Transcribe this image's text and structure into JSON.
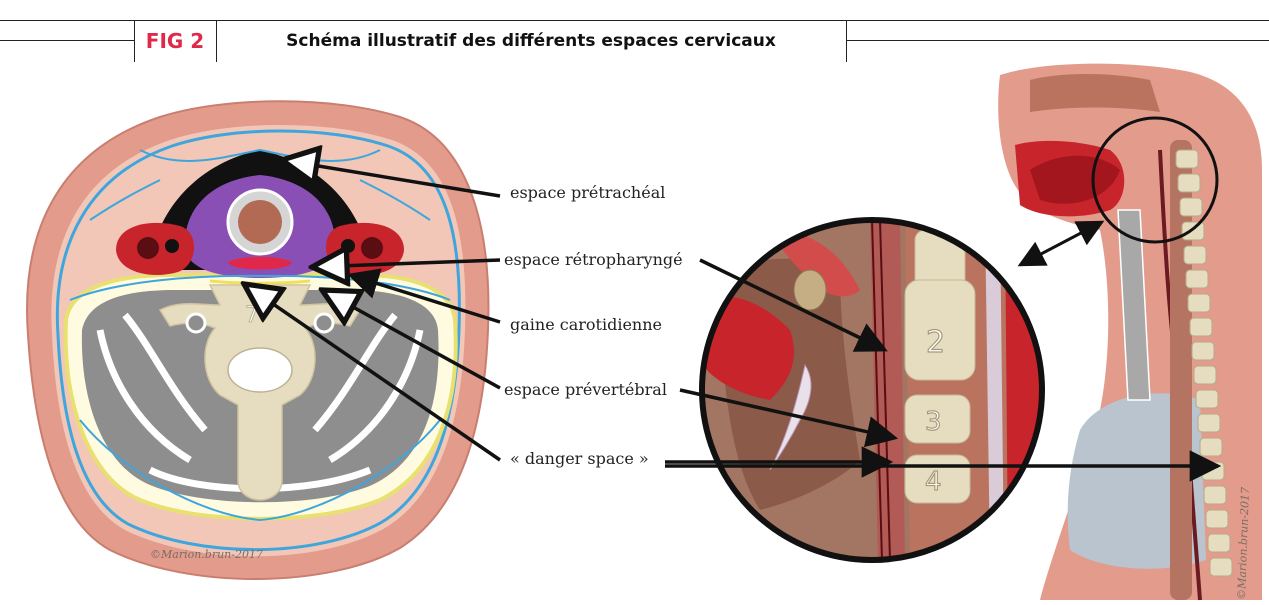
{
  "header": {
    "fig_label": "FIG 2",
    "title": "Schéma illustratif des différents espaces cervicaux"
  },
  "labels": {
    "pretracheal": "espace prétrachéal",
    "retropharyngeal": "espace rétropharyngé",
    "carotid_sheath": "gaine carotidienne",
    "prevertebral": "espace prévertébral",
    "danger_space": "« danger space »"
  },
  "vertebra_numbers": {
    "axial": "7",
    "c2": "2",
    "c3": "3",
    "c4": "4"
  },
  "watermarks": {
    "axial": "©Marion.brun-2017",
    "sagittal": "©Marion.brun-2017"
  },
  "colors": {
    "accent": "#e0294a",
    "skin": "#e39b8c",
    "fascia": "#3ea6dd",
    "pretracheal_space": "#111111",
    "visceral": "#8a4fb5",
    "muscle": "#c8242c",
    "bone": "#e6dcbf",
    "grey_muscle": "#8e8e8e"
  }
}
